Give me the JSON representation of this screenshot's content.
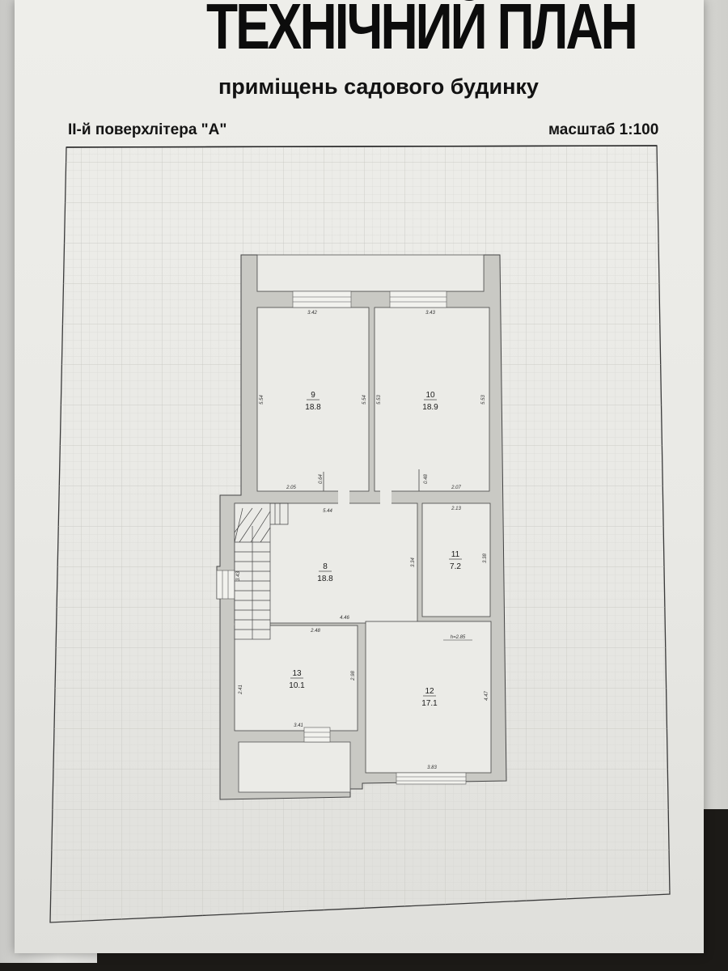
{
  "document": {
    "title": "ТЕХНІЧНИЙ ПЛАН",
    "subtitle": "приміщень садового будинку",
    "floor": "ІІ-й поверх",
    "litera": "літера \"А\"",
    "scale": "масштаб 1:100"
  },
  "rooms": [
    {
      "num": "9",
      "area": "18.8"
    },
    {
      "num": "10",
      "area": "18.9"
    },
    {
      "num": "8",
      "area": "18.8"
    },
    {
      "num": "11",
      "area": "7.2"
    },
    {
      "num": "13",
      "area": "10.1"
    },
    {
      "num": "12",
      "area": "17.1"
    }
  ],
  "dimensions": {
    "r9_top": "3.42",
    "r9_left": "5.54",
    "r9_right": "5.54",
    "r9_bottom": "2.05",
    "r9_door": "0.64",
    "r10_top": "3.43",
    "r10_left": "5.53",
    "r10_right": "5.53",
    "r10_bottom": "2.07",
    "r10_door": "0.48",
    "r8_top": "5.44",
    "r8_right": "3.34",
    "r8_left": "3.43",
    "r8_bottom": "4.46",
    "r11_top": "2.13",
    "r11_right": "3.38",
    "r13_top": "2.48",
    "r13_left": "2.41",
    "r13_right": "2.98",
    "r13_bottom": "3.41",
    "r12_right": "4.47",
    "r12_bottom": "3.83",
    "height": "h=2.85"
  }
}
